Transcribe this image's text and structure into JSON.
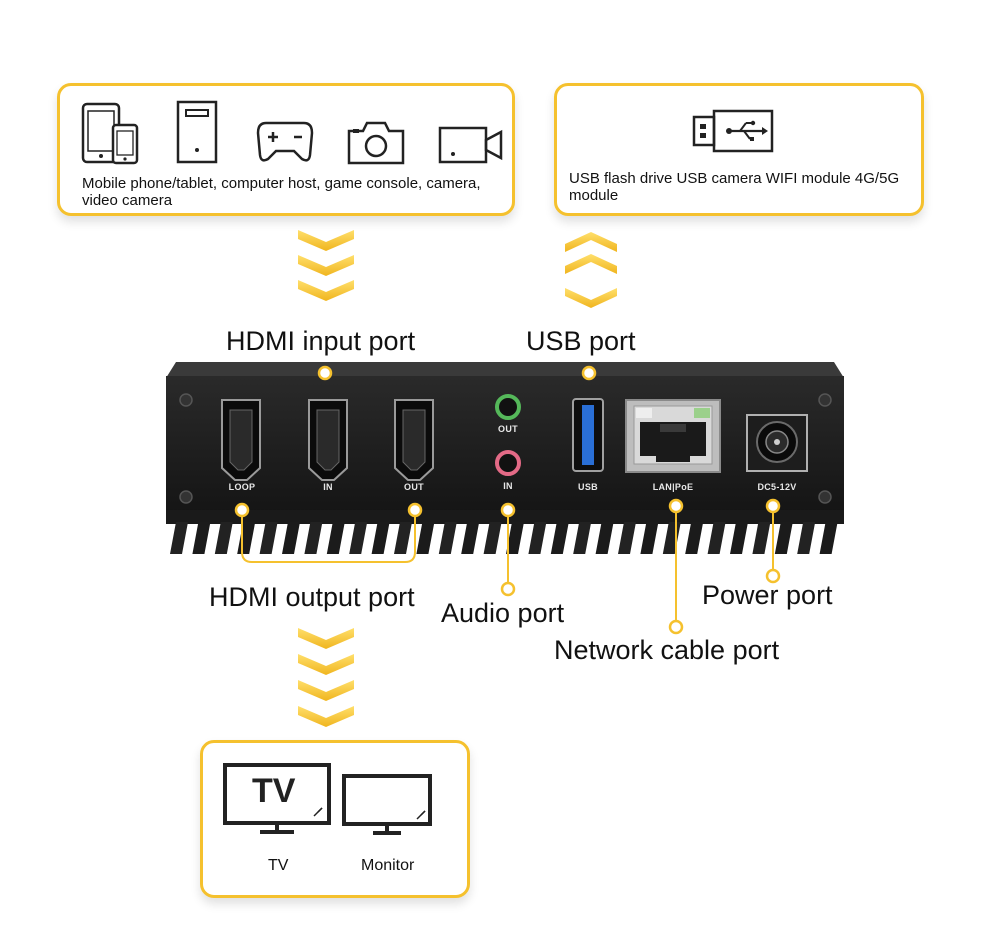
{
  "source_devices": {
    "caption": "Mobile phone/tablet, computer host, game console, camera, video camera",
    "icons": [
      "tablet-phone-icon",
      "computer-tower-icon",
      "gamepad-icon",
      "camera-icon",
      "video-camera-icon"
    ]
  },
  "usb_devices": {
    "caption": "USB flash drive USB camera WIFI module 4G/5G module",
    "icon": "usb-drive-icon"
  },
  "port_callouts": {
    "hdmi_input": "HDMI input port",
    "usb": "USB port",
    "hdmi_output": "HDMI output port",
    "audio": "Audio port",
    "power": "Power port",
    "network": "Network cable port"
  },
  "panel_labels": {
    "loop": "LOOP",
    "in": "IN",
    "out": "OUT",
    "audio_out": "OUT",
    "audio_in": "IN",
    "usb": "USB",
    "lan": "LAN|PoE",
    "dc": "DC5-12V"
  },
  "display_devices": {
    "tv_screen_text": "TV",
    "tv": "TV",
    "monitor": "Monitor"
  },
  "colors": {
    "accent": "#f5c12e",
    "device_body": "#1c1c1c",
    "usb_blue": "#2a6fd6",
    "audio_out_green": "#55b85a",
    "audio_in_pink": "#e36a86"
  }
}
